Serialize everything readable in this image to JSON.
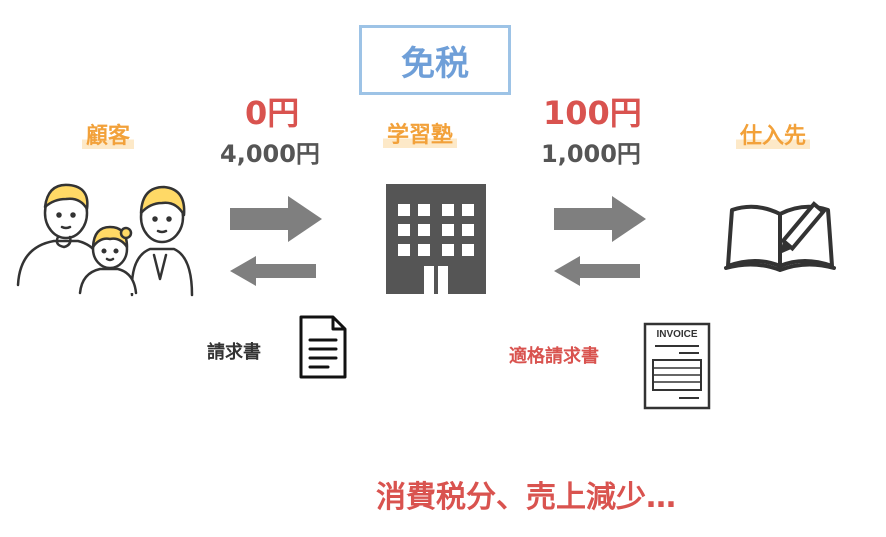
{
  "badge": {
    "label": "免税"
  },
  "nodes": {
    "customer": {
      "label": "顧客",
      "icon": "family-icon"
    },
    "school": {
      "label": "学習塾",
      "icon": "building-icon"
    },
    "supplier": {
      "label": "仕入先",
      "icon": "book-pen-icon"
    }
  },
  "flows": {
    "customer_school": {
      "tax": "0円",
      "price": "4,000円"
    },
    "school_supplier": {
      "tax": "100円",
      "price": "1,000円"
    }
  },
  "documents": {
    "invoice_plain": {
      "label": "請求書",
      "icon": "document-icon"
    },
    "invoice_qualified": {
      "label": "適格請求書",
      "icon": "invoice-icon",
      "header_text": "INVOICE"
    }
  },
  "conclusion": "消費税分、売上減少…",
  "colors": {
    "accent_red": "#d9534f",
    "accent_orange": "#f2a13a",
    "badge_blue": "#6f9fd8",
    "arrow_gray": "#7f7f7f",
    "skin_yellow": "#ffd966"
  }
}
